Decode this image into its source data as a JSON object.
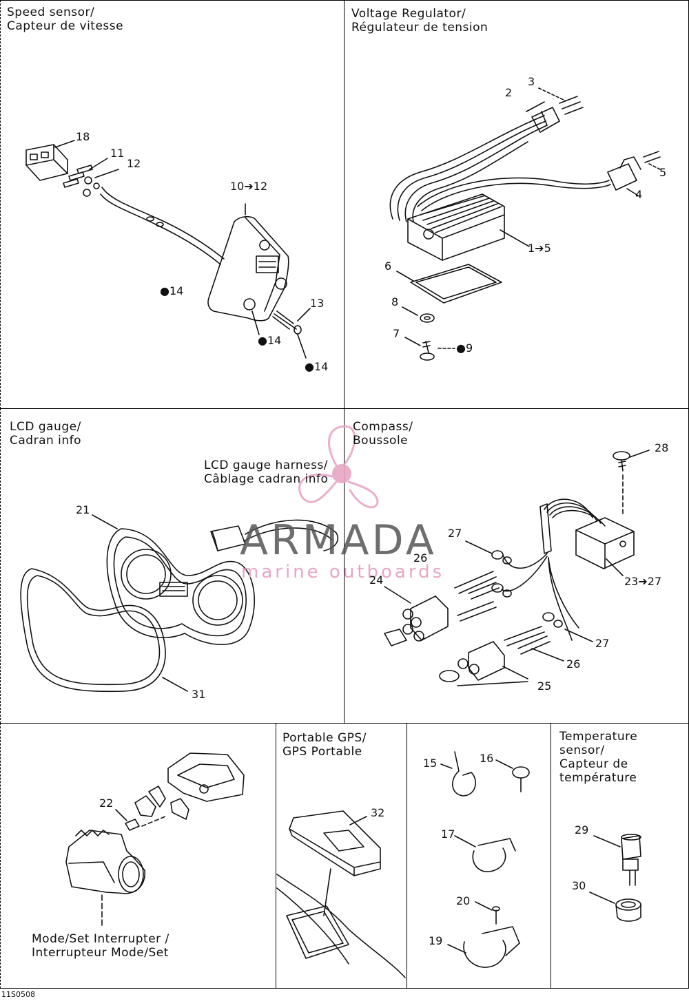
{
  "colors": {
    "line": "#111111",
    "watermark_pink": "#e8a6c6",
    "watermark_grey": "#555555"
  },
  "panels": {
    "speed_sensor": {
      "title": "Speed sensor/\nCapteur de vitesse"
    },
    "voltage_regulator": {
      "title": "Voltage Regulator/\nRégulateur de tension"
    },
    "lcd_gauge": {
      "title": "LCD gauge/\nCadran info",
      "harness_title": "LCD gauge harness/\nCâblage cadran info"
    },
    "compass": {
      "title": "Compass/\nBoussole"
    },
    "mode_set": {
      "title": "Mode/Set Interrupter /\nInterrupteur Mode/Set"
    },
    "portable_gps": {
      "title": "Portable GPS/\nGPS Portable"
    },
    "temperature": {
      "title": "Temperature\nsensor/\nCapteur de\ntempérature"
    }
  },
  "callouts": {
    "c18": "18",
    "c11": "11",
    "c12": "12",
    "c10_12": "10➔12",
    "c14a": "14",
    "c13": "13",
    "c14b": "14",
    "c14c": "14",
    "c2": "2",
    "c3": "3",
    "c5": "5",
    "c4": "4",
    "c1_5": "1➔5",
    "c6": "6",
    "c8": "8",
    "c7": "7",
    "c9": "9",
    "c21": "21",
    "c31": "31",
    "c28": "28",
    "c27a": "27",
    "c26a": "26",
    "c24": "24",
    "c23_27": "23➔27",
    "c27b": "27",
    "c26b": "26",
    "c25": "25",
    "c22": "22",
    "c32": "32",
    "c15": "15",
    "c16": "16",
    "c17": "17",
    "c20": "20",
    "c19": "19",
    "c29": "29",
    "c30": "30"
  },
  "watermark": {
    "brand": "ARMADA",
    "tagline": "marine outboards",
    "logo_icon": "propeller-icon"
  },
  "footer": {
    "code": "11S0508"
  },
  "icons": {
    "lubricant": "oil-drop-icon"
  }
}
